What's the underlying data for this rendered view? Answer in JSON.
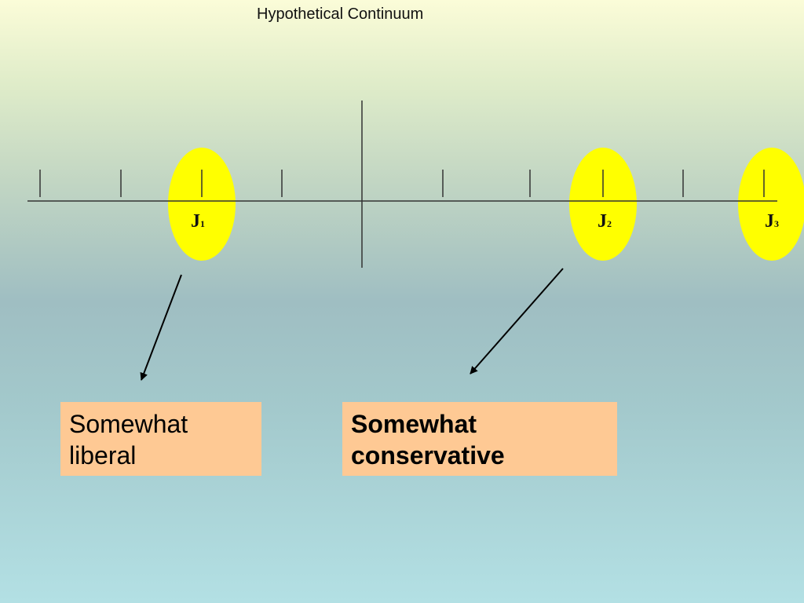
{
  "title": "Hypothetical Continuum",
  "judgments": [
    {
      "letter": "J",
      "sub": "1"
    },
    {
      "letter": "J",
      "sub": "2"
    },
    {
      "letter": "J",
      "sub": "3"
    }
  ],
  "boxes": {
    "liberal": [
      "Somewhat",
      "liberal"
    ],
    "conservative": [
      "Somewhat",
      "conservative"
    ]
  },
  "colors": {
    "oval": "#ffff00",
    "box": "#fec994",
    "line": "#333333"
  }
}
